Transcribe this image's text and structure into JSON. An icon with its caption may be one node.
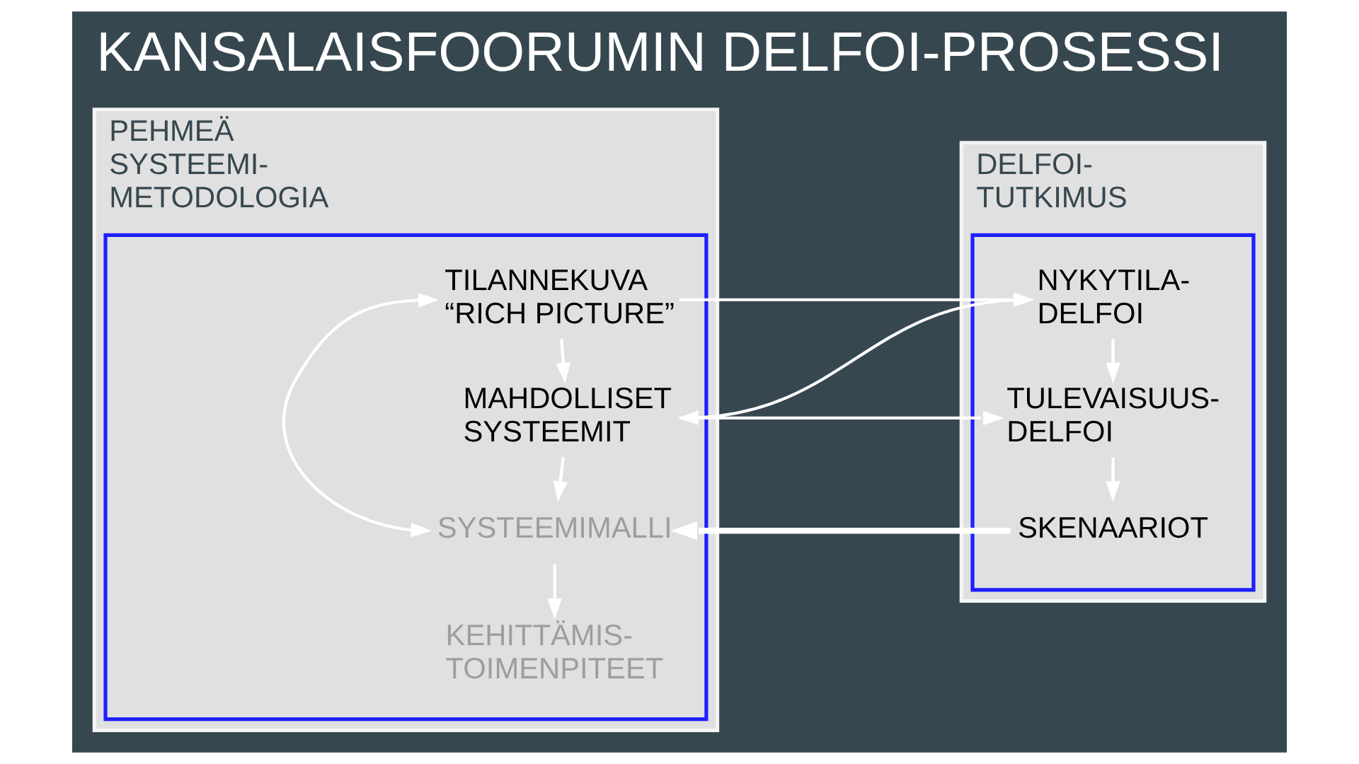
{
  "diagram": {
    "title": "KANSALAISFOORUMIN DELFOI-PROSESSI",
    "nodes": [
      {
        "text": [
          "PEHMEÄ SYSTEEMI- METODOLOGIA"
        ]
      },
      {
        "text": [],
        "shape": "box",
        "in": 0
      },
      {
        "text": [
          "TILANNEKUVA “RICH PICTURE”"
        ],
        "in": 1
      },
      {
        "text": [
          "MAHDOLLISET SYSTEEMIT"
        ],
        "in": 1
      },
      {
        "text": [
          "SYSTEEMIMALLI"
        ],
        "in": 1
      },
      {
        "text": [
          "KEHITTÄMIS- TOIMENPITEET"
        ],
        "in": 1
      },
      {
        "text": [
          "DELFOI- TUTKIMUS"
        ]
      },
      {
        "text": [],
        "shape": "box",
        "in": 6
      },
      {
        "text": [
          "NYKYTILA- DELFOI"
        ],
        "in": 7
      },
      {
        "text": [
          "TULEVAISUUS- DELFOI"
        ],
        "in": 7
      },
      {
        "text": [
          "SKENAARIOT"
        ],
        "in": 7
      }
    ],
    "edges": [
      {
        "from": 2,
        "to": 3,
        "arrow": "to"
      },
      {
        "from": 3,
        "to": 4,
        "arrow": "to"
      },
      {
        "from": 4,
        "to": 5,
        "arrow": "to"
      },
      {
        "from": 8,
        "to": 9,
        "arrow": "to"
      },
      {
        "from": 9,
        "to": 10,
        "arrow": "to"
      },
      {
        "from": 4,
        "to": 2,
        "arrow": "both"
      },
      {
        "from": 2,
        "to": 8,
        "arrow": "to"
      },
      {
        "from": 8,
        "to": 3,
        "arrow": "to"
      },
      {
        "from": 3,
        "to": 9,
        "arrow": "to"
      },
      {
        "from": 10,
        "to": 4,
        "arrow": "to",
        "style": "thick"
      }
    ]
  }
}
